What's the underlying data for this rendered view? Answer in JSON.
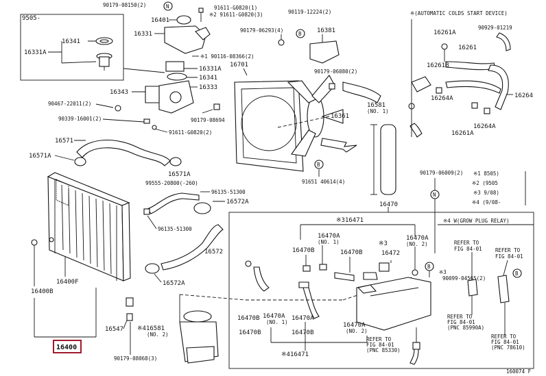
{
  "labels": {
    "top_left_bracket": "9505-",
    "p16341a": "16341",
    "p16331a": "16331A",
    "p90179_08150": "90179-08150(2)",
    "p16401": "16401",
    "p16331": "16331",
    "p91611_06820_1": "91611-G0820(1)",
    "p91611_06820_2": "※2 91611-G0820(3)",
    "p90116": "※1 90116-08366(2)",
    "p16331a_b": "16331A",
    "p16341": "16341",
    "p16333": "16333",
    "p16343": "16343",
    "p90467": "90467-22011(2)",
    "p90339": "90339-16001(2)",
    "p90179_08694": "90179-08694",
    "p91611_00820": "91611-G0820(2)",
    "p90119": "90119-12224(2)",
    "p90179_06293": "90179-06293(4)",
    "p16381": "16381",
    "p16701": "16701",
    "p90179_06080": "90179-06080(2)",
    "p16581": "16581",
    "p16581_no": "(NO. 1)",
    "p16361": "16361",
    "p91651": "91651  40614(4)",
    "p16571": "16571",
    "p16571a": "16571A",
    "p16571a_b": "16571A",
    "p99555": "99555-20800(-260)",
    "p96135_51300a": "96135-51300",
    "p16572a": "16572A",
    "p96135_51300b": "96135-51300",
    "p16572": "16572",
    "p16572a_b": "16572A",
    "p16400b": "16400B",
    "p16400f": "16400F",
    "p16547": "16547",
    "p16400": "16400",
    "p416581": "※416581",
    "p416581_no": "(NO. 2)",
    "p90179_08068": "90179-08068(3)",
    "auto_cold_title": "※(AUTOMATIC COLDS START DEVICE)",
    "p16261a": "16261A",
    "p90929": "90929-01219",
    "p16261": "16261",
    "p16261b": "16261B",
    "p16264a": "16264A",
    "p16264": "16264",
    "p16264a_b": "16264A",
    "p16261a_b": "16261A",
    "legend_90179": "90179-06009(2)",
    "legend_1": "※1      8505)",
    "legend_2": "※2 (9505",
    "legend_3": "※3      9/08)",
    "legend_4": "※4 (9/08-",
    "p16470": "16470",
    "p316471": "※316471",
    "p16470a_1": "16470A",
    "p16470a_1_no": "(NO. 1)",
    "p16470b_1": "16470B",
    "p16470b_2": "16470B",
    "p16470a_2": "16470A",
    "p16470a_2_no": "(NO. 2)",
    "p3": "※3",
    "p16472": "16472",
    "p4_title": "※4 W(GROW PLUG RELAY)",
    "refer_1": "REFER TO",
    "refer_1b": "FIG 84-01",
    "refer_2": "REFER TO",
    "refer_2b": "FIG 84-01",
    "p90099": "90099-04565(2)",
    "refer_3": "REFER TO",
    "refer_3b": "FIG 84-01",
    "refer_3c": "(PNC 85990A)",
    "refer_4": "REFER TO",
    "refer_4b": "FIG 84-01",
    "refer_4c": "(PNC 78610)",
    "p16470b_3": "16470B",
    "p16470a_3": "16470A",
    "p16470a_3_no": "(NO. 1)",
    "p16470b_4": "16470B",
    "p16470a_4": "16470A",
    "p16470a_4_no": "(NO. 2)",
    "p416471": "※416471",
    "refer_5": "REFER TO",
    "refer_5b": "FIG 84-01",
    "refer_5c": "(PNC 85330)",
    "p3_plus": "※3",
    "footer": "160074 F"
  },
  "callouts": {
    "n": "N",
    "b1": "B",
    "b2": "B",
    "b3": "B",
    "n2": "N",
    "b4": "B"
  },
  "highlight_color": "#a0192e"
}
